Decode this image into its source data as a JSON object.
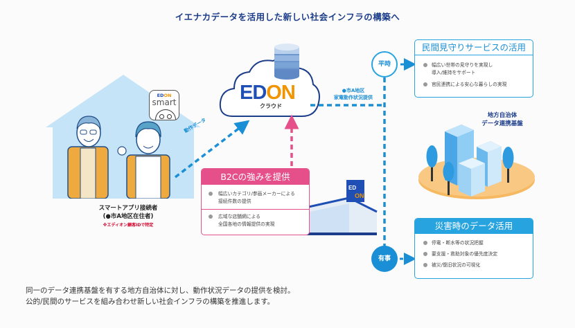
{
  "title": "イエナカデータを活用した新しい社会インフラの構築へ",
  "colors": {
    "navy": "#1c3d8a",
    "blue": "#1b8fd6",
    "light_blue": "#27a3e0",
    "pink": "#e5508a",
    "orange": "#f29400",
    "edion_blue": "#1f4fb5",
    "house_fill": "#c6e4f8"
  },
  "house": {
    "app": {
      "brand_ed": "ED",
      "brand_on": "ON",
      "name": "smart"
    },
    "label_line1": "スマートアプリ接続者",
    "label_line2": "(●市A地区在住者)",
    "note": "※エディオン顧客IDで特定"
  },
  "cloud": {
    "logo_ed": "ED",
    "logo_on": "ON",
    "subtitle": "クラウド"
  },
  "arrows": {
    "left_label": "動作データ",
    "right_label_line1": "●市A地区",
    "right_label_line2": "家電動作状況提供"
  },
  "b2c": {
    "heading": "B2Cの強みを提供",
    "items": [
      {
        "line1": "幅広いカテゴリ/参画メーカーによる",
        "line2": "接続件数の提供"
      },
      {
        "line1": "広域な店舗網による",
        "line2": "全国各地の情報提供の実現"
      }
    ]
  },
  "store": {
    "sign_ed": "ED",
    "sign_on": "ON"
  },
  "normal_time": {
    "badge": "平時",
    "heading": "民間見守りサービスの活用",
    "items": [
      {
        "line1": "幅広い世帯の見守りを実現し",
        "line2": "導入/維持をサポート"
      },
      {
        "line1": "官民連携による安心な暮らしの実現",
        "line2": ""
      }
    ]
  },
  "city": {
    "label_line1": "地方自治体",
    "label_line2": "データ連携基盤"
  },
  "emergency": {
    "badge": "有事",
    "heading": "災害時のデータ活用",
    "items": [
      "停電・断水等の状況把握",
      "要支援・救助対象の優先度決定",
      "被災/復旧状況の可視化"
    ]
  },
  "footer": {
    "line1": "同一のデータ連携基盤を有する地方自治体に対し、動作状況データの提供を検討。",
    "line2": "公的/民間のサービスを組み合わせ新しい社会インフラの構築を推進します。"
  }
}
